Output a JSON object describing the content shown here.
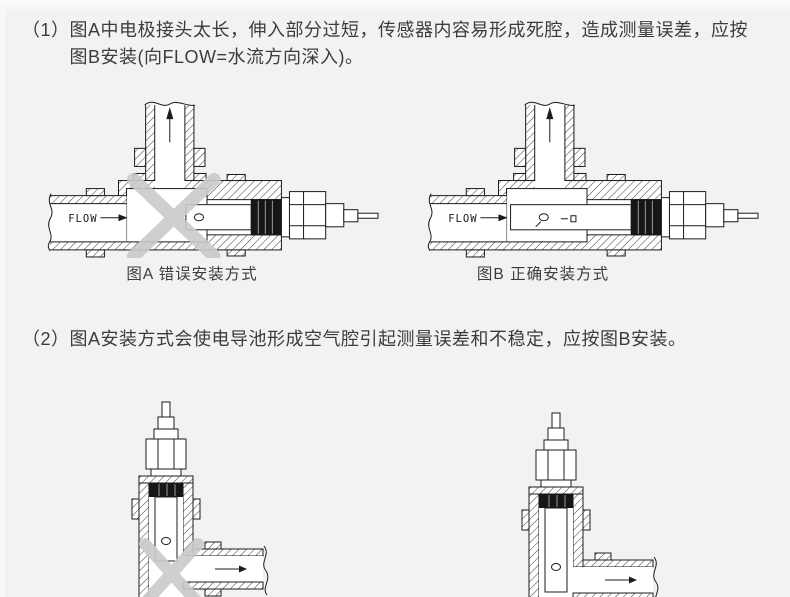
{
  "colors": {
    "background": "#f2f2f2",
    "text": "#3c3c3c",
    "line_art": "#1c1c1c",
    "hatch": "#3a3a3a",
    "cross_out": "#cacaca",
    "seal_black": "#161616",
    "diagram_fill": "#ffffff"
  },
  "paragraphs": [
    {
      "number": "（1）",
      "line1": "图A中电极接头太长，伸入部分过短，传感器内容易形成死腔，造成测量误差，应按",
      "line2": "图B安装(向FLOW=水流方向深入)。"
    },
    {
      "number": "（2）",
      "line1": "图A安装方式会使电导池形成空气腔引起测量误差和不稳定，应按图B安装。"
    }
  ],
  "figures": {
    "flow_label": "FLOW",
    "top_left": {
      "caption": "图A 错误安装方式",
      "status": "wrong"
    },
    "top_right": {
      "caption": "图B 正确安装方式",
      "status": "correct"
    },
    "bottom_left": {
      "status": "wrong"
    },
    "bottom_right": {
      "status": "correct"
    }
  }
}
